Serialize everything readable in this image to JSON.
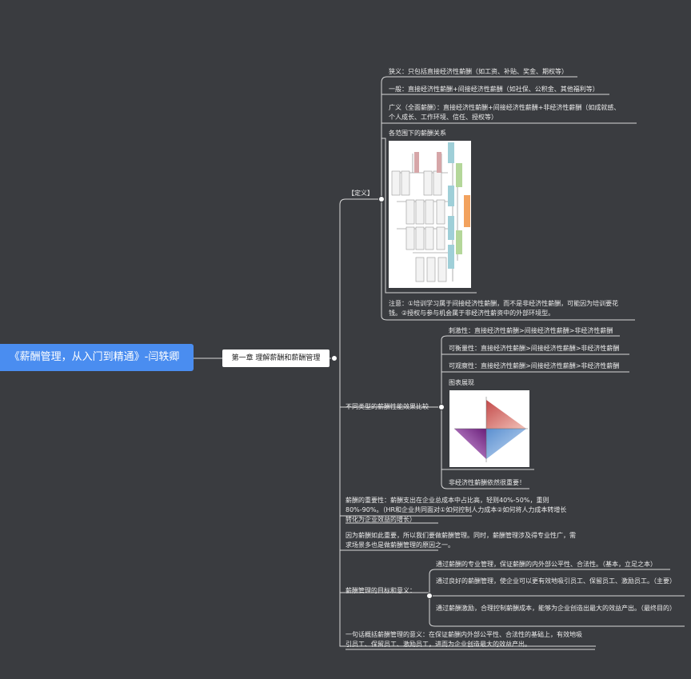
{
  "root": {
    "label": "《薪酬管理，从入门到精通》-闫轶卿"
  },
  "chapter": {
    "label": "第一章 理解薪酬和薪酬管理"
  },
  "definition": {
    "label": "【定义】",
    "items": [
      "狭义：只包括直接经济性薪酬（如工资、补贴、奖金、期权等）",
      "一般：直接经济性薪酬+间接经济性薪酬（如社保、公积金、其他福利等）",
      "广义（全面薪酬）：直接经济性薪酬+间接经济性薪酬+非经济性薪酬（如成就感、个人成长、工作环境、信任、授权等）",
      "各范围下的薪酬关系",
      "注意：①培训学习属于间接经济性薪酬，而不是非经济性薪酬，可能因为培训要花钱。②授权与参与机会属于非经济性薪资中的外部环境型。"
    ]
  },
  "compare": {
    "label": "不同类型的薪酬性能效果比较",
    "items": [
      "刺激性：直接经济性薪酬>间接经济性薪酬>非经济性薪酬",
      "可衡量性：直接经济性薪酬>间接经济性薪酬>非经济性薪酬",
      "可观察性：直接经济性薪酬>间接经济性薪酬>非经济性薪酬",
      "图表展现",
      "非经济性薪酬依然很重要！"
    ]
  },
  "importance": "薪酬的重要性：薪酬支出在企业总成本中占比高，轻则40%-50%，重则80%-90%。（HR和企业共同面对①如何控制人力成本②如何将人力成本转增长转化为企业效益的增长）",
  "reason": "因为薪酬如此重要，所以我们要做薪酬管理。同时，薪酬管理涉及得专业性广，需求场景多也是做薪酬管理的原因之一。",
  "goals": {
    "label": "薪酬管理的目标和意义：",
    "items": [
      "通过薪酬的专业管理，保证薪酬的内外部公平性、合法性。（基本，立足之本）",
      "通过良好的薪酬管理，使企业可以更有效地吸引员工、保留员工、激励员工。（主要）",
      "通过薪酬激励，合理控制薪酬成本，能够为企业创造出最大的效益产出。（最终目的）"
    ]
  },
  "summary": "一句话概括薪酬管理的意义：在保证薪酬内外部公平性、合法性的基础上，有效地吸引员工、保留员工、激励员工，进而为企业创造最大的效益产出。",
  "colors": {
    "bg": "#3a3c40",
    "line": "#d8d8d8",
    "root": "#4a8df0",
    "chapter": "#ffffff"
  }
}
